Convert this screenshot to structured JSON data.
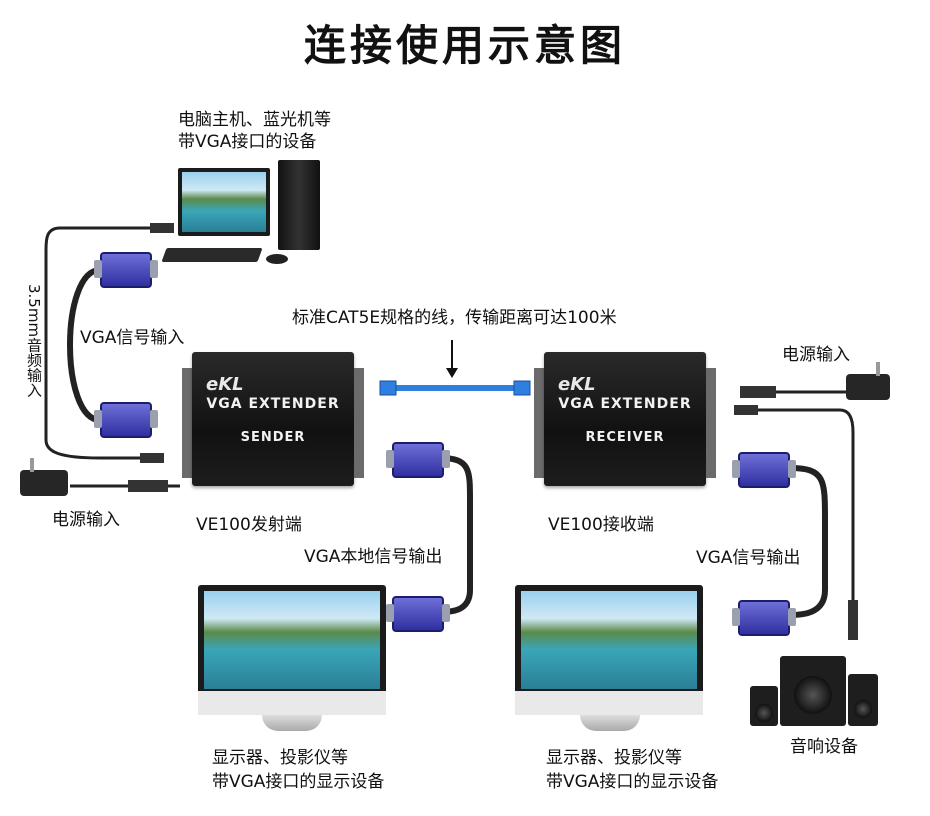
{
  "title": "连接使用示意图",
  "labels": {
    "pc_line1": "电脑主机、蓝光机等",
    "pc_line2": "带VGA接口的设备",
    "audio_in": "3.5mm音频输入",
    "vga_in": "VGA信号输入",
    "power_in_left": "电源输入",
    "sender_name": "VE100发射端",
    "local_out": "VGA本地信号输出",
    "cable_note": "标准CAT5E规格的线，传输距离可达100米",
    "power_in_right": "电源输入",
    "receiver_name": "VE100接收端",
    "vga_out": "VGA信号输出",
    "speaker": "音响设备",
    "mon1_line1": "显示器、投影仪等",
    "mon1_line2": "带VGA接口的显示设备",
    "mon2_line1": "显示器、投影仪等",
    "mon2_line2": "带VGA接口的显示设备"
  },
  "devices": {
    "sender": {
      "brand": "eKL",
      "model": "VGA EXTENDER",
      "role": "SENDER"
    },
    "receiver": {
      "brand": "eKL",
      "model": "VGA EXTENDER",
      "role": "RECEIVER"
    }
  },
  "colors": {
    "vga_connector": "#3b3bb0",
    "network_cable": "#2f7fe0",
    "box": "#1a1a1a"
  }
}
